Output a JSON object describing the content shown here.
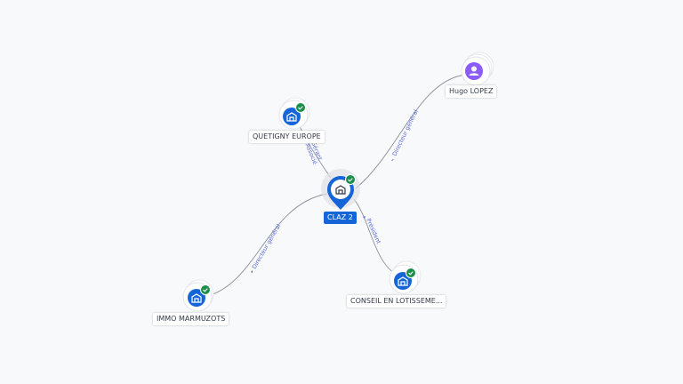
{
  "nodes": {
    "center": {
      "label": "CLAZ 2",
      "kind": "company",
      "verified": true
    },
    "quetigny": {
      "label": "QUETIGNY EUROPE",
      "kind": "company",
      "verified": true
    },
    "hugo": {
      "label": "Hugo LOPEZ",
      "kind": "person"
    },
    "immo": {
      "label": "IMMO MARMUZOTS",
      "kind": "company",
      "verified": true
    },
    "conseil": {
      "label": "CONSEIL EN LOTISSEME...",
      "kind": "company",
      "verified": true
    }
  },
  "edges": {
    "quetigny_center": {
      "label_line1": "Gérant",
      "label_line2": "Associé"
    },
    "hugo_center": {
      "label": "Directeur général"
    },
    "immo_center": {
      "label": "Directeur général"
    },
    "conseil_center": {
      "label": "Président"
    }
  },
  "colors": {
    "company": "#1565d8",
    "person": "#8b5cf6",
    "verified": "#1a8f4a",
    "edge_label": "#5b6bd6"
  },
  "icons": {
    "company": "building-icon",
    "person": "person-icon",
    "verified": "check-badge-icon",
    "center": "map-pin-icon"
  }
}
